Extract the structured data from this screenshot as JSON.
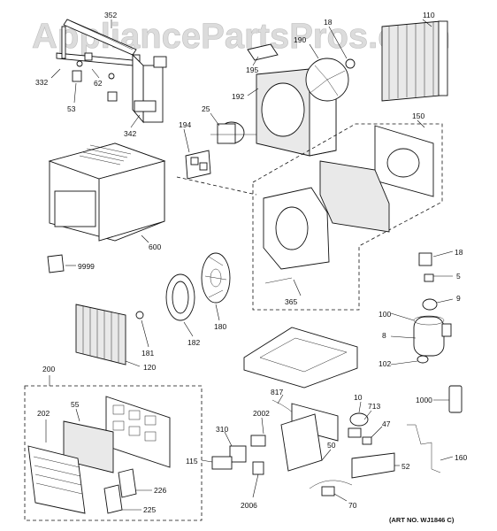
{
  "watermark": "AppliancePartsPros.com",
  "art_number": "(ART NO. WJ1846 C)",
  "callouts": {
    "c352": "352",
    "c332": "332",
    "c62": "62",
    "c53": "53",
    "c342": "342",
    "c195": "195",
    "c190": "190",
    "c18top": "18",
    "c110": "110",
    "c192": "192",
    "c194": "194",
    "c25": "25",
    "c150": "150",
    "c600": "600",
    "c9999": "9999",
    "c18": "18",
    "c5": "5",
    "c9": "9",
    "c365": "365",
    "c180": "180",
    "c182": "182",
    "c181": "181",
    "c100": "100",
    "c8": "8",
    "c102": "102",
    "c120": "120",
    "c200": "200",
    "c817": "817",
    "c10": "10",
    "c713": "713",
    "c1000": "1000",
    "c202": "202",
    "c55": "55",
    "c2002": "2002",
    "c47": "47",
    "c310": "310",
    "c50": "50",
    "c160": "160",
    "c115": "115",
    "c52": "52",
    "c226": "226",
    "c225": "225",
    "c2006": "2006",
    "c70": "70"
  }
}
